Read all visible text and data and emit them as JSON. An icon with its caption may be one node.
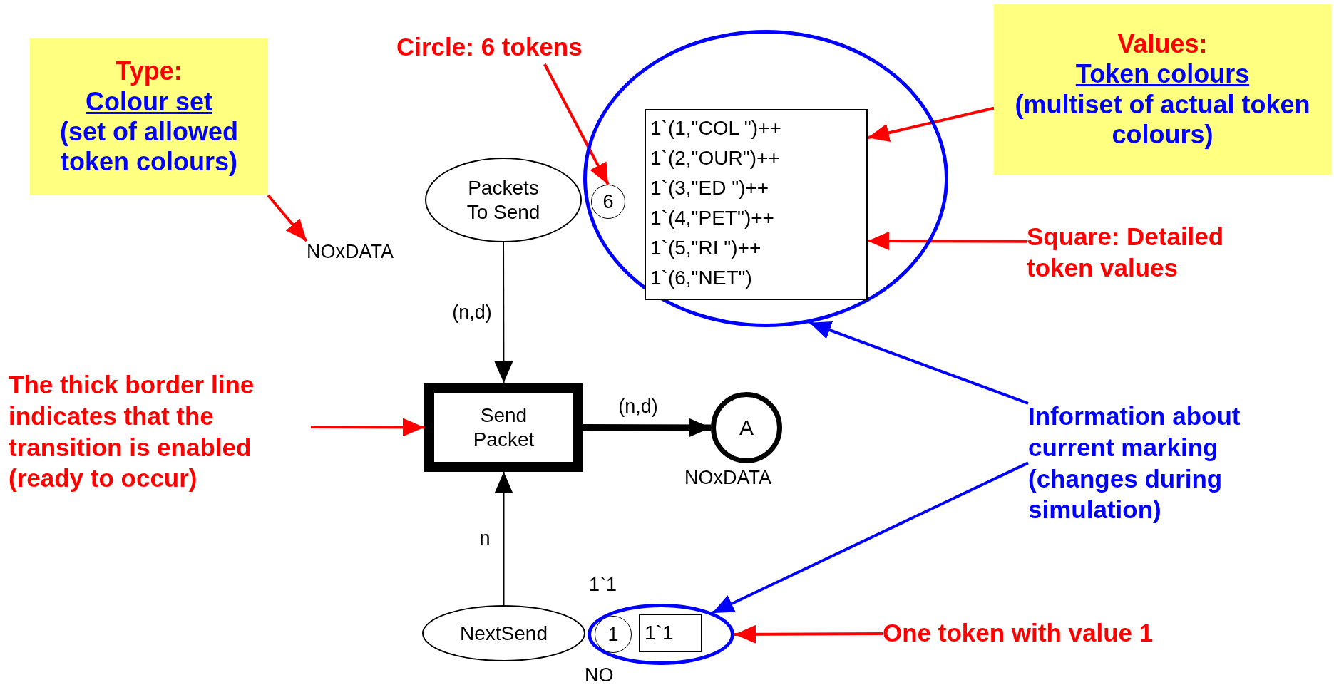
{
  "diagram": {
    "nodes": [
      {
        "text": [
          "Type:",
          "Colour set",
          "(set of allowed token colours)"
        ]
      },
      {
        "text": [
          "Circle: 6 tokens"
        ]
      },
      {
        "text": [
          "Values:",
          "Token colours",
          "(multiset of actual token colours)"
        ]
      },
      {
        "text": [
          "NOxDATA"
        ]
      },
      {
        "text": [
          "Packets To Send"
        ]
      },
      {
        "text": [],
        "shape": "ellipse"
      },
      {
        "text": [
          "6"
        ],
        "in": 5
      },
      {
        "text": [
          "1`(1,\"COL \")++",
          "1`(2,\"OUR\")++",
          "1`(3,\"ED \")++",
          "1`(4,\"PET\")++",
          "1`(5,\"RI \")++",
          "1`(6,\"NET\")"
        ],
        "in": 5
      },
      {
        "text": [
          "Square: Detailed token values"
        ]
      },
      {
        "text": [
          "The thick border line indicates that the transition is enabled (ready to occur)"
        ]
      },
      {
        "text": [
          "Send Packet"
        ]
      },
      {
        "text": [
          "A"
        ],
        "beside": [
          "NOxDATA"
        ]
      },
      {
        "text": [
          "Information about current marking (changes during simulation)"
        ]
      },
      {
        "text": [
          "NextSend"
        ],
        "beside": [
          "1`1",
          "NO"
        ]
      },
      {
        "text": [],
        "shape": "ellipse"
      },
      {
        "text": [
          "1"
        ],
        "in": 14
      },
      {
        "text": [
          "1`1"
        ],
        "in": 14
      },
      {
        "text": [
          "One token with value 1"
        ]
      }
    ],
    "edges": [
      {
        "from": 0,
        "to": 3,
        "arrow": "to",
        "color": "#ff0000"
      },
      {
        "from": 1,
        "to": 6,
        "arrow": "to",
        "color": "#ff0000"
      },
      {
        "from": 2,
        "to": 7,
        "arrow": "to",
        "color": "#ff0000"
      },
      {
        "from": 8,
        "to": 7,
        "arrow": "to",
        "color": "#ff0000"
      },
      {
        "from": 4,
        "to": 10,
        "arrow": "to",
        "label": "(n,d)",
        "color": "#000000"
      },
      {
        "from": 9,
        "to": 10,
        "arrow": "to",
        "color": "#ff0000"
      },
      {
        "from": 10,
        "to": 11,
        "arrow": "to",
        "label": "(n,d)",
        "style": "thick",
        "color": "#000000"
      },
      {
        "from": 12,
        "to": 5,
        "arrow": "to",
        "color": "#0000ff"
      },
      {
        "from": 12,
        "to": 14,
        "arrow": "to",
        "color": "#0000ff"
      },
      {
        "from": 13,
        "to": 10,
        "arrow": "to",
        "label": "n",
        "color": "#000000"
      },
      {
        "from": 17,
        "to": 14,
        "arrow": "to",
        "color": "#ff0000"
      }
    ]
  }
}
